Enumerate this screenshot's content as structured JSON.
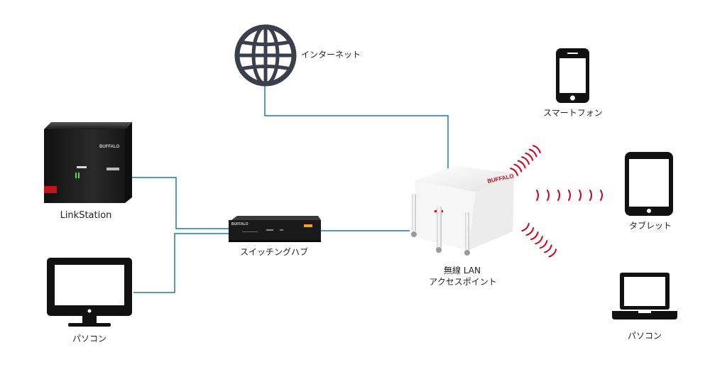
{
  "labels": {
    "internet": "インターネット",
    "linkstation": "LinkStation",
    "switching_hub": "スイッチングハブ",
    "pc_left": "パソコン",
    "ap_line1": "無線 LAN",
    "ap_line2": "アクセスポイント",
    "smartphone": "スマートフォン",
    "tablet": "タブレット",
    "pc_right": "パソコン"
  },
  "device_brand": "BUFFALO",
  "colors": {
    "wire": "#1f77b4",
    "wave": "#d0021b",
    "icon": "#111111",
    "globe": "#3a3f4b",
    "nas_accent": "#c2121b",
    "hub_accent": "#ff9e1b"
  },
  "icons": [
    "globe-icon",
    "nas-icon",
    "monitor-icon",
    "hub-icon",
    "access-point-icon",
    "smartphone-icon",
    "tablet-icon",
    "laptop-icon"
  ]
}
